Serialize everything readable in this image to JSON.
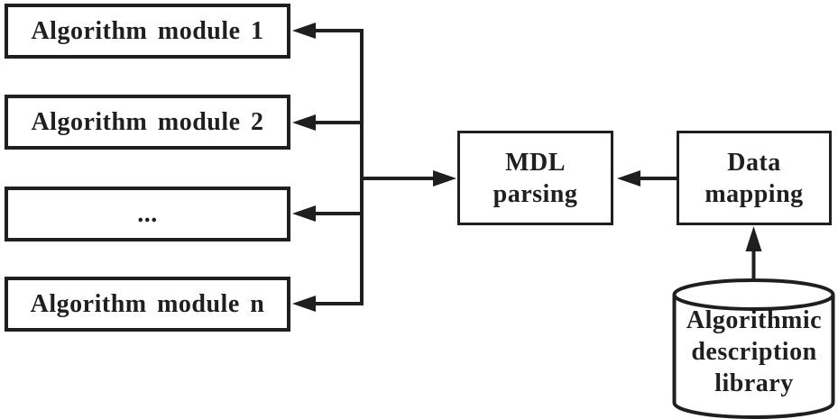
{
  "diagram": {
    "background_color": "#ffffff",
    "ink_color": "#1f1f1f",
    "modules": [
      {
        "label": "Algorithm module 1"
      },
      {
        "label": "Algorithm module 2"
      },
      {
        "label": "..."
      },
      {
        "label": "Algorithm module n"
      }
    ],
    "mdl_parsing": {
      "line1": "MDL",
      "line2": "parsing"
    },
    "data_mapping": {
      "line1": "Data",
      "line2": "mapping"
    },
    "library_cylinder": {
      "line1": "Algorithmic",
      "line2": "description",
      "line3": "library"
    }
  }
}
